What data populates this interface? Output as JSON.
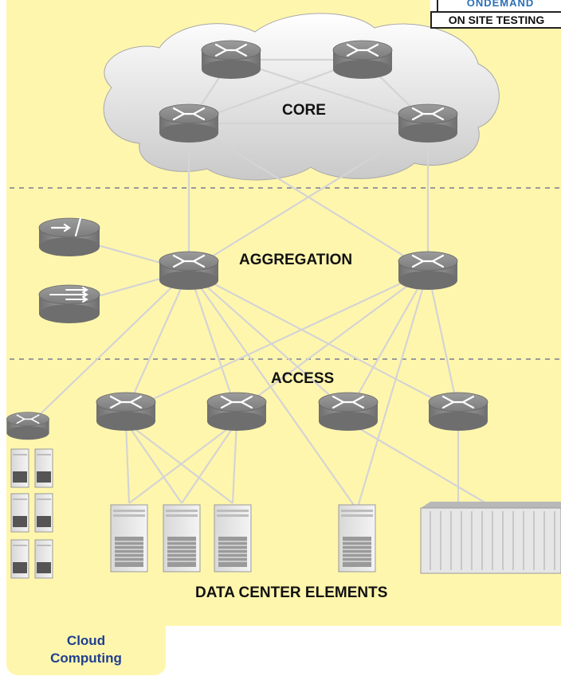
{
  "diagram": {
    "brand": {
      "line1": "ONDEMAND",
      "line2": "ON SITE TESTING"
    },
    "labels": {
      "core": "CORE",
      "aggregation": "AGGREGATION",
      "access": "ACCESS",
      "data_center": "DATA CENTER ELEMENTS"
    },
    "tab": {
      "line1": "Cloud",
      "line2": "Computing"
    },
    "colors": {
      "background": "#fff6ad",
      "separator": "#9a9a9a",
      "link": "#d4d4d4",
      "router": "#8c8c8c",
      "tab_text": "#1f3f8f",
      "brand_accent": "#2a6fb5"
    },
    "icons": {
      "core_layer": [
        "router-icon",
        "router-icon",
        "router-icon",
        "router-icon"
      ],
      "aggregation_layer": [
        "router-icon",
        "router-icon"
      ],
      "services": [
        "firewall-icon",
        "load-balancer-icon"
      ],
      "access_layer": [
        "router-icon",
        "router-icon",
        "router-icon",
        "router-icon"
      ],
      "edge": [
        "router-icon"
      ],
      "data_center": [
        "server-icon",
        "server-icon",
        "server-icon",
        "server-icon",
        "blade-chassis-icon",
        "server-rack-icon"
      ]
    }
  }
}
